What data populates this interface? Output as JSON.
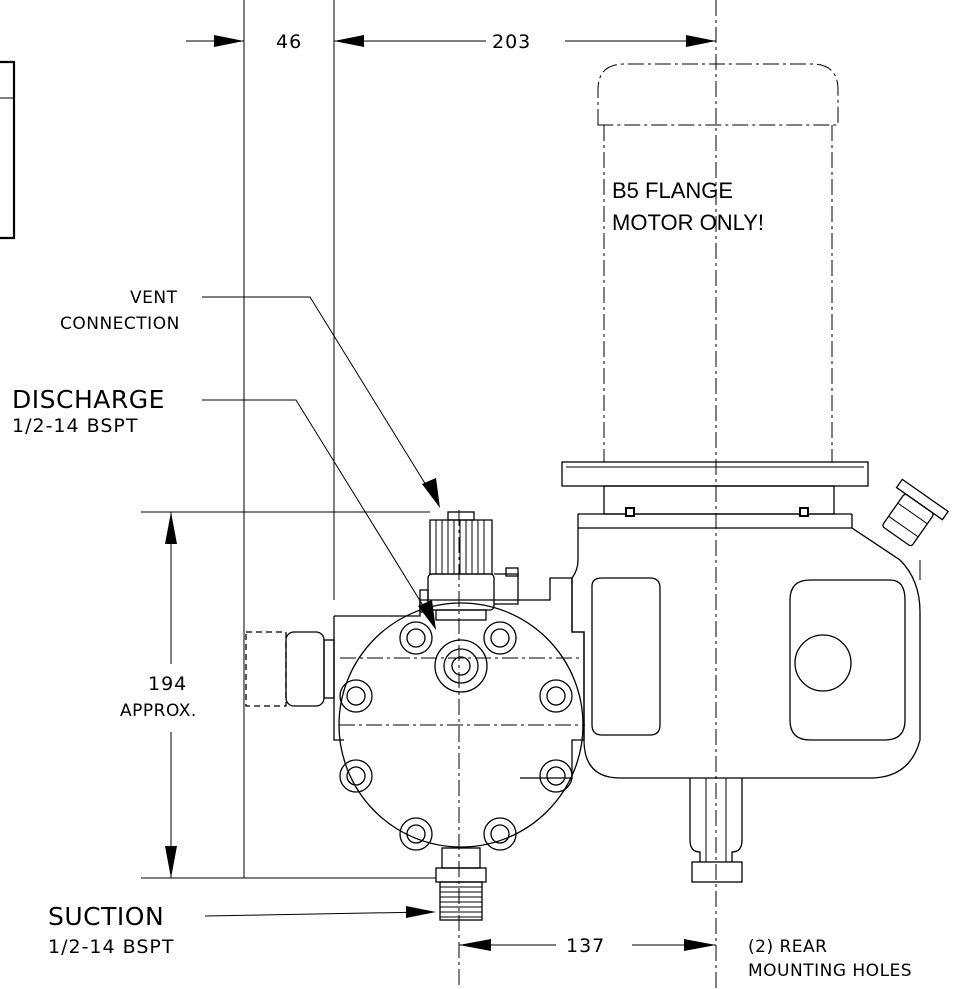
{
  "dimensions": {
    "d46": "46",
    "d203": "203",
    "d194": "194",
    "d194_note": "APPROX.",
    "d137": "137"
  },
  "labels": {
    "vent_line1": "VENT",
    "vent_line2": "CONNECTION",
    "discharge_title": "DISCHARGE",
    "discharge_spec": "1/2-14 BSPT",
    "suction_title": "SUCTION",
    "suction_spec": "1/2-14 BSPT",
    "rear_line1": "(2) REAR",
    "rear_line2": "MOUNTING HOLES"
  },
  "motor_note": {
    "line1": "B5 FLANGE",
    "line2": "MOTOR ONLY!"
  }
}
